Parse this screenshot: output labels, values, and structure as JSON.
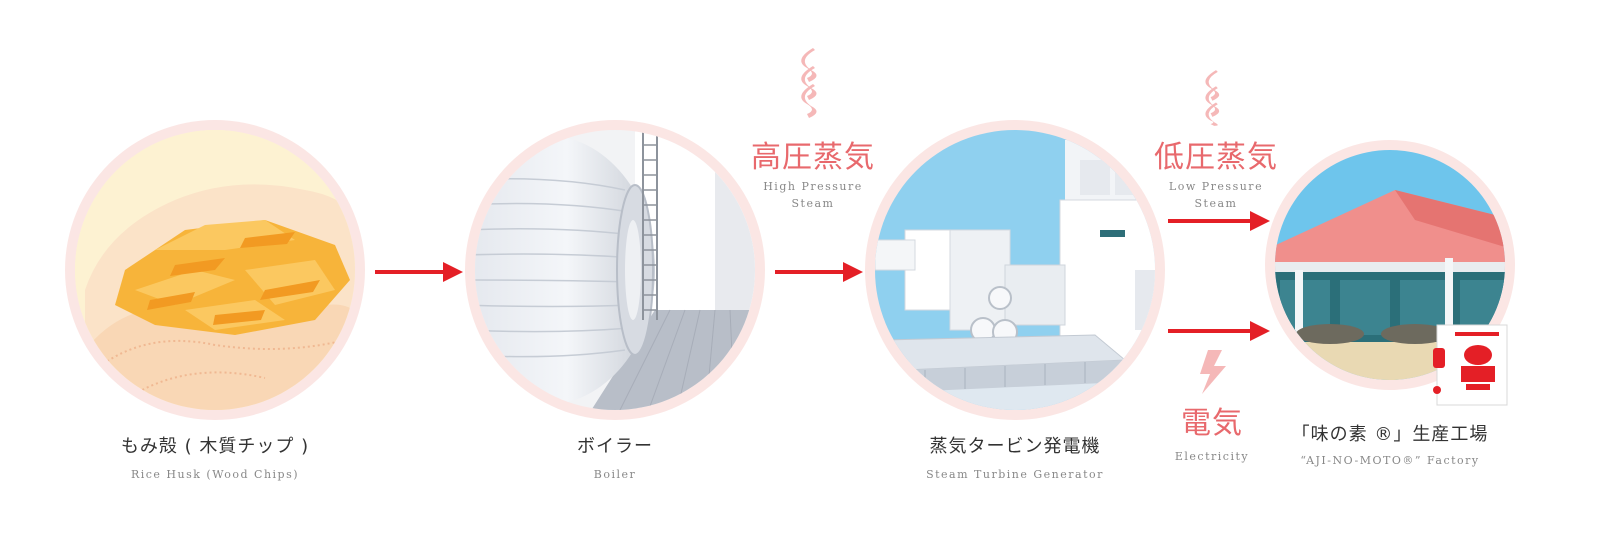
{
  "nodes": [
    {
      "jp": "もみ殻 ( 木質チップ )",
      "en": "Rice Husk (Wood Chips)"
    },
    {
      "jp": "ボイラー",
      "en": "Boiler"
    },
    {
      "jp": "蒸気タービン発電機",
      "en": "Steam Turbine Generator"
    },
    {
      "jp": "「味の素 ®」生産工場",
      "en": "“AJI-NO-MOTO®” Factory"
    }
  ],
  "flows": {
    "high_pressure": {
      "jp": "高圧蒸気",
      "en_line1": "High Pressure",
      "en_line2": "Steam"
    },
    "low_pressure": {
      "jp": "低圧蒸気",
      "en_line1": "Low Pressure",
      "en_line2": "Steam"
    },
    "electricity": {
      "jp": "電気",
      "en": "Electricity"
    }
  },
  "icons": {
    "steam_high": "steam-icon",
    "steam_low": "steam-icon",
    "electricity": "lightning-icon"
  },
  "colors": {
    "accent_red": "#e41f26",
    "label_red": "#e8696d",
    "steam_pink": "#f5b8b8",
    "ring": "#fbe6e4"
  }
}
